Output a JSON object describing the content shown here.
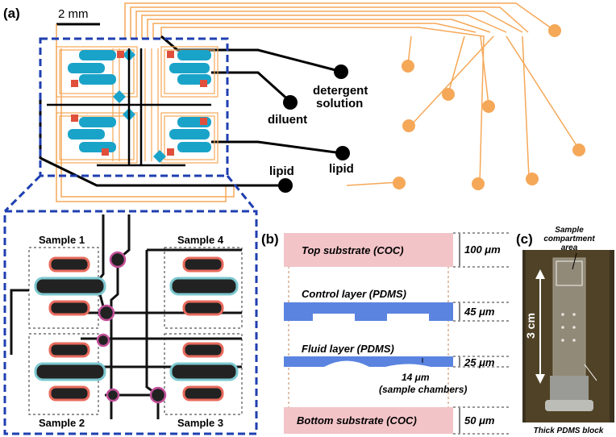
{
  "panel_a": {
    "label": "(a)",
    "scale_bar": "2 mm",
    "ports": {
      "detergent_line1": "detergent",
      "detergent_line2": "solution",
      "diluent": "diluent",
      "lipid_right": "lipid",
      "lipid_bottom": "lipid"
    },
    "zoom_samples": [
      "Sample 1",
      "Sample 4",
      "Sample 2",
      "Sample 3"
    ]
  },
  "panel_b": {
    "label": "(b)",
    "layers": {
      "top": "Top substrate (COC)",
      "control": "Control layer (PDMS)",
      "fluid": "Fluid layer (PDMS)",
      "bottom": "Bottom substrate (COC)"
    },
    "thickness": {
      "top": "100 μm",
      "control": "45 μm",
      "fluid": "25 μm",
      "bottom": "50 μm"
    },
    "chamber_depth": "14 μm",
    "chamber_note": "(sample chambers)"
  },
  "panel_c": {
    "label": "(c)",
    "sample_line1": "Sample",
    "sample_line2": "compartment",
    "sample_line3": "area",
    "length": "3 cm",
    "block": "Thick PDMS block"
  },
  "colors": {
    "blue_dash": "#1f3fb0",
    "control_orange": "#f5a858",
    "chamber_cyan": "#1aa3c9",
    "substrate_pink": "#f2c4c8",
    "pdms_blue": "#5b84e0"
  }
}
